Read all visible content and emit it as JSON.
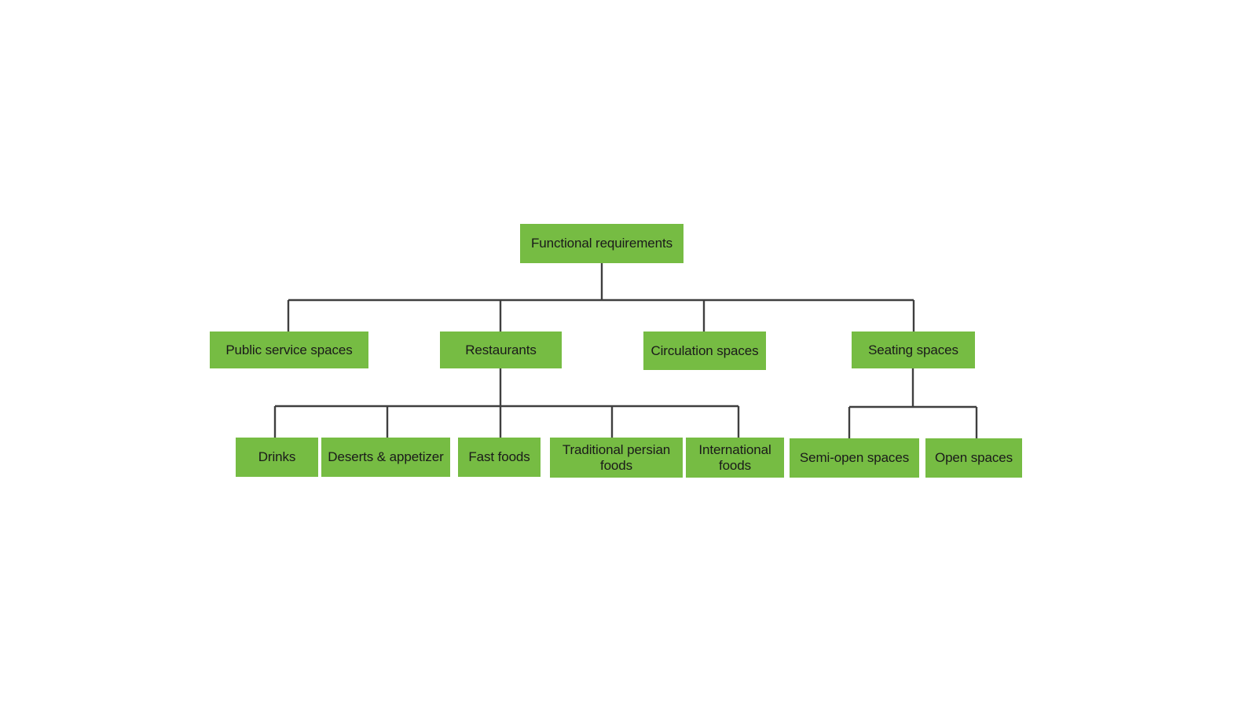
{
  "diagram": {
    "type": "hierarchy-tree",
    "title": "Functional requirements",
    "box_color": "#76bc43",
    "text_color": "#1a1a1a",
    "connector_color": "#3f3f3f",
    "background": "#ffffff",
    "levels": 3,
    "root": {
      "id": "root",
      "label": "Functional requirements"
    },
    "level2": [
      {
        "id": "public",
        "label": "Public service spaces"
      },
      {
        "id": "restaurants",
        "label": "Restaurants"
      },
      {
        "id": "circulation",
        "label": "Circulation spaces"
      },
      {
        "id": "seating",
        "label": "Seating spaces"
      }
    ],
    "level3": {
      "restaurants": [
        {
          "id": "drinks",
          "label": "Drinks"
        },
        {
          "id": "deserts",
          "label": "Deserts & appetizer"
        },
        {
          "id": "fastfoods",
          "label": "Fast foods"
        },
        {
          "id": "traditional",
          "label": "Traditional persian foods"
        },
        {
          "id": "international",
          "label": "International foods"
        }
      ],
      "seating": [
        {
          "id": "semiopen",
          "label": "Semi-open spaces"
        },
        {
          "id": "openspaces",
          "label": "Open spaces"
        }
      ]
    }
  }
}
